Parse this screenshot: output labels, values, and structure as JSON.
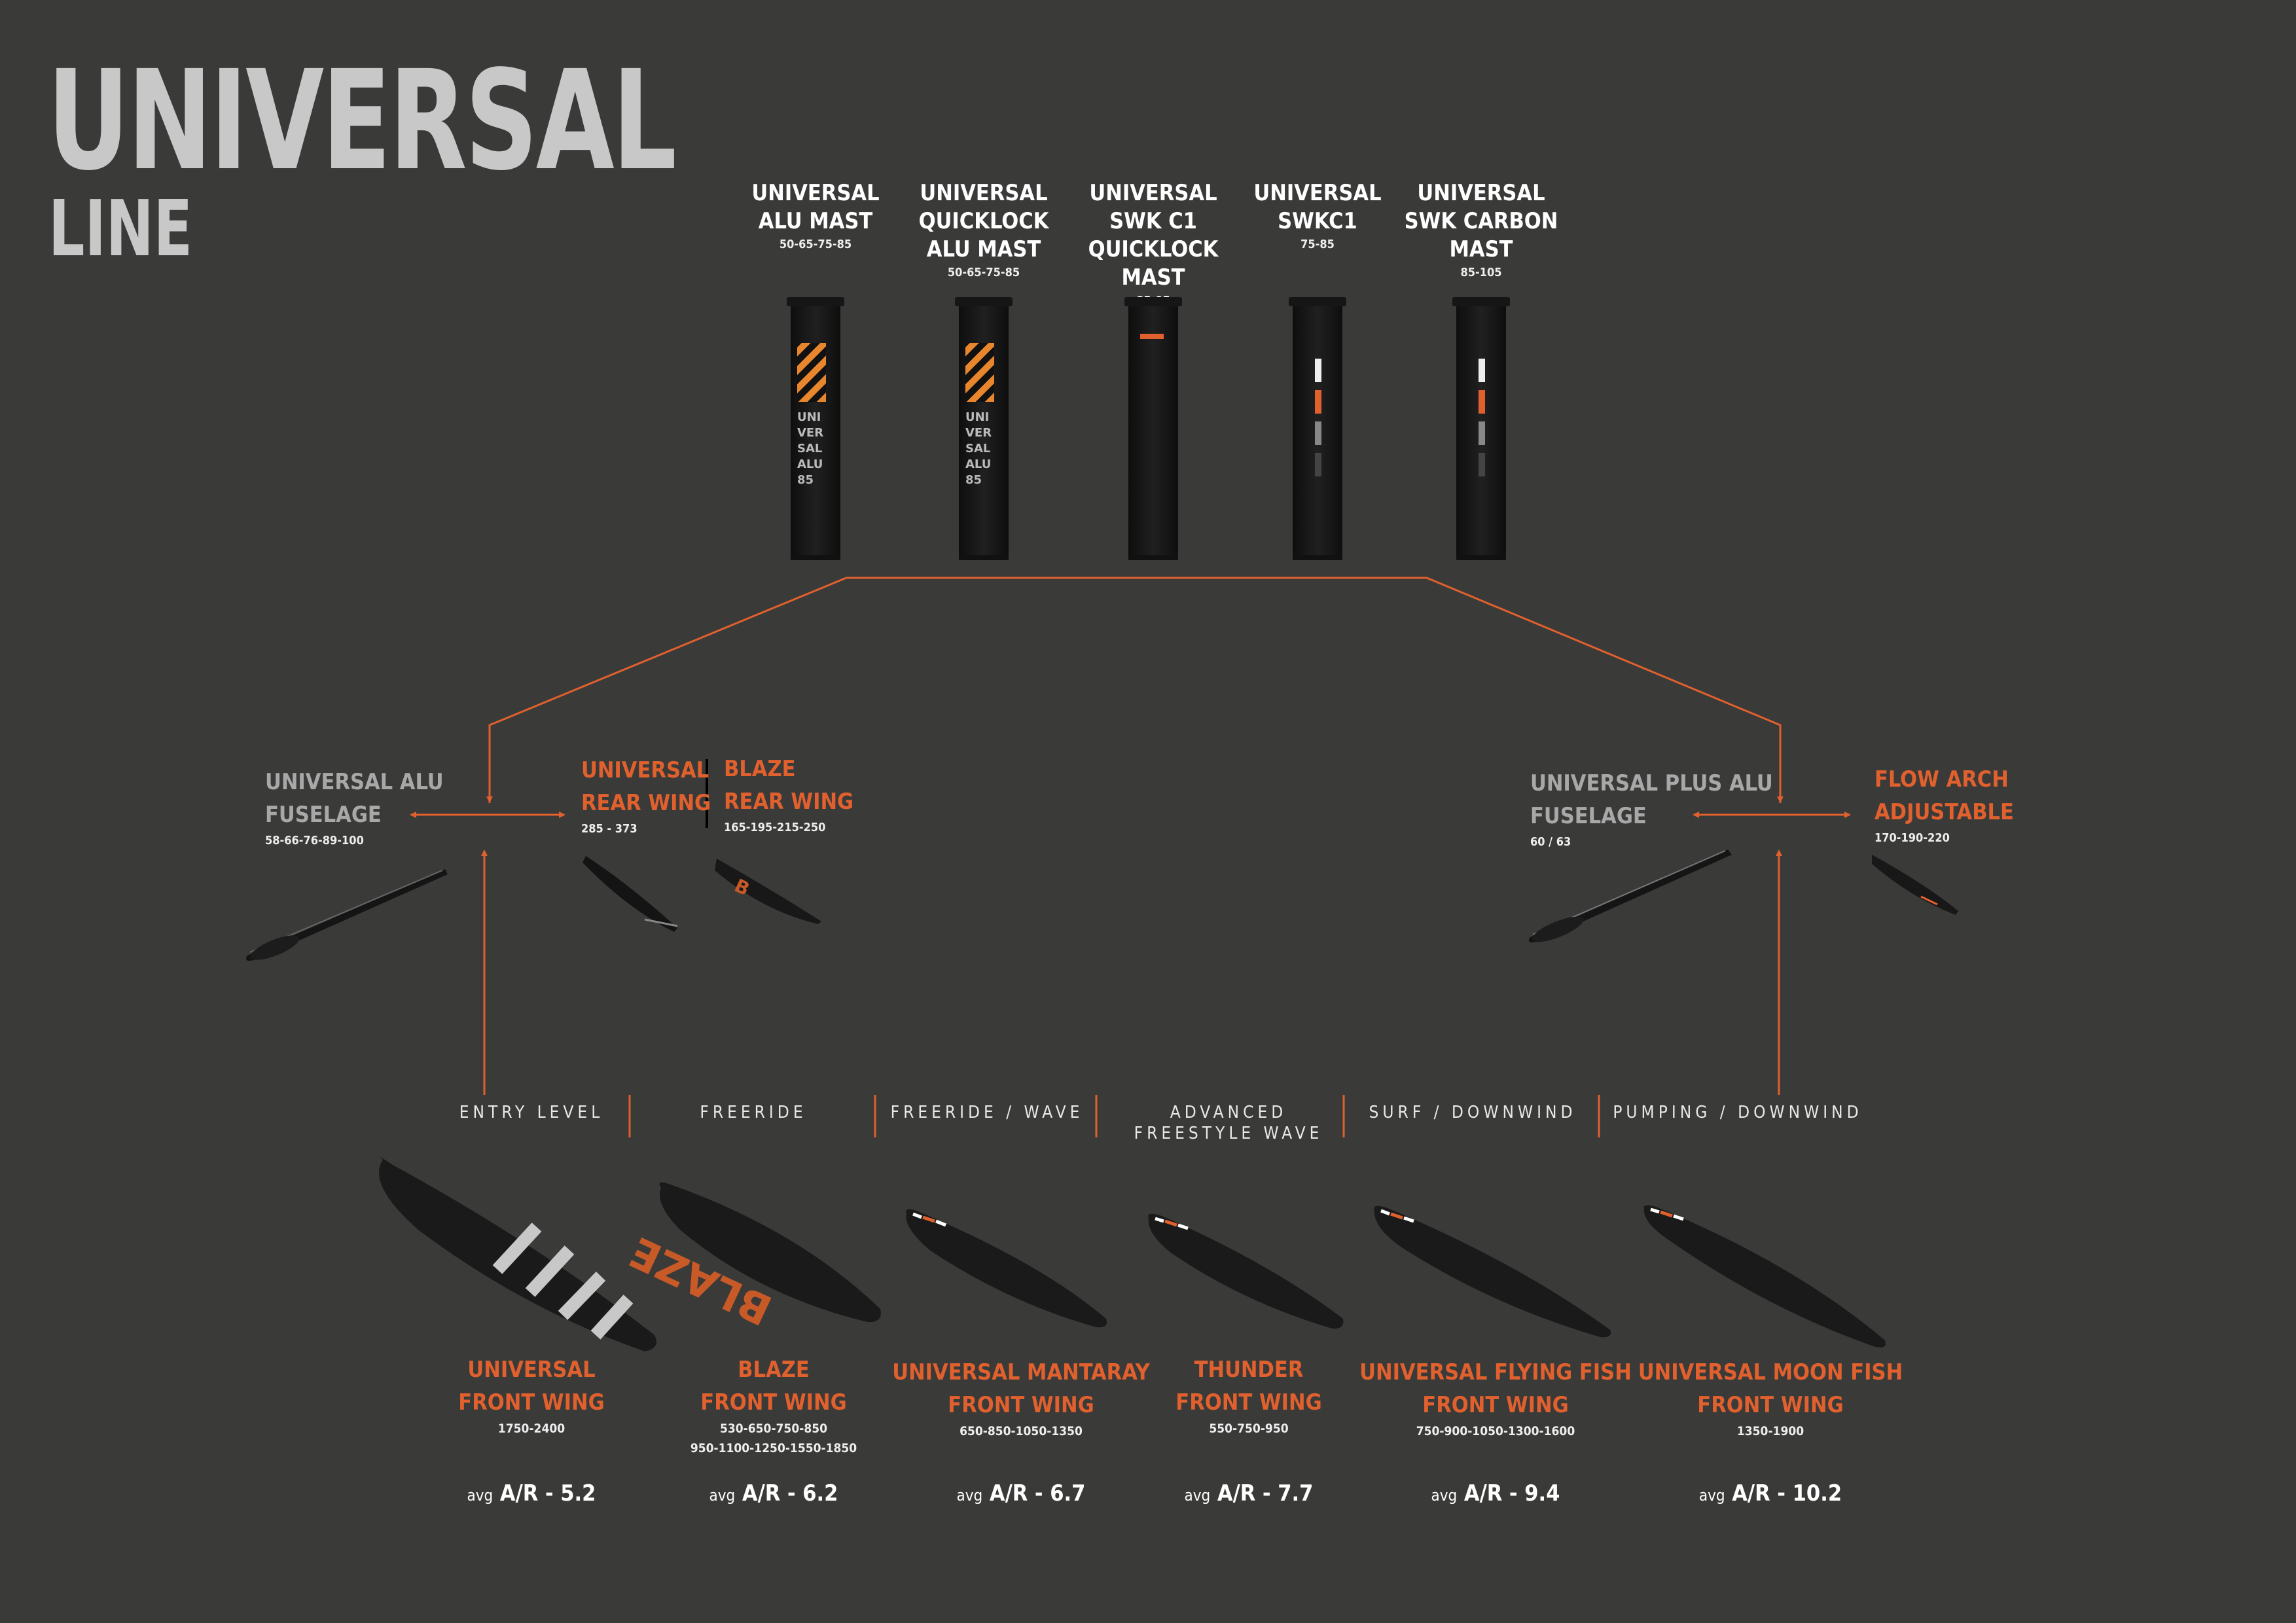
{
  "title": {
    "line1": "UNIVERSAL",
    "line2": "LINE"
  },
  "masts": [
    {
      "name": "UNIVERSAL\nALU MAST",
      "sizes": "50-65-75-85",
      "style": "alu",
      "print": [
        "UNI",
        "VER",
        "SAL",
        "ALU",
        "85"
      ]
    },
    {
      "name": "UNIVERSAL\nQUICKLOCK\nALU MAST",
      "sizes": "50-65-75-85",
      "style": "alu",
      "print": [
        "UNI",
        "VER",
        "SAL",
        "ALU",
        "85"
      ]
    },
    {
      "name": "UNIVERSAL\nSWK C1\nQUICKLOCK MAST",
      "sizes": "85-95",
      "style": "carbon-plain"
    },
    {
      "name": "UNIVERSAL\nSWKC1",
      "sizes": "75-85",
      "style": "carbon-bars"
    },
    {
      "name": "UNIVERSAL\nSWK CARBON\nMAST",
      "sizes": "85-105",
      "style": "carbon-bars"
    }
  ],
  "components_left": {
    "fuselage": {
      "name": "UNIVERSAL ALU\nFUSELAGE",
      "sizes": "58-66-76-89-100"
    },
    "rear_wing": {
      "name": "UNIVERSAL\nREAR WING",
      "sizes": "285 - 373"
    },
    "blaze_rear": {
      "name": "BLAZE\nREAR WING",
      "sizes": "165-195-215-250"
    }
  },
  "components_right": {
    "fuselage": {
      "name": "UNIVERSAL PLUS ALU\nFUSELAGE",
      "sizes": "60 / 63"
    },
    "flow_arch": {
      "name": "FLOW ARCH\nADJUSTABLE",
      "sizes": "170-190-220"
    }
  },
  "categories": [
    "ENTRY LEVEL",
    "FREERIDE",
    "FREERIDE / WAVE",
    "ADVANCED\nFREESTYLE WAVE",
    "SURF / DOWNWIND",
    "PUMPING / DOWNWIND"
  ],
  "front_wings": [
    {
      "name": "UNIVERSAL\nFRONT WING",
      "sizes": "1750-2400",
      "ar_prefix": "avg",
      "ar": "A/R - 5.2"
    },
    {
      "name": "BLAZE\nFRONT WING",
      "sizes": "530-650-750-850\n950-1100-1250-1550-1850",
      "ar_prefix": "avg",
      "ar": "A/R - 6.2"
    },
    {
      "name": "UNIVERSAL MANTARAY\nFRONT WING",
      "sizes": "650-850-1050-1350",
      "ar_prefix": "avg",
      "ar": "A/R - 6.7"
    },
    {
      "name": "THUNDER\nFRONT WING",
      "sizes": "550-750-950",
      "ar_prefix": "avg",
      "ar": "A/R - 7.7"
    },
    {
      "name": "UNIVERSAL FLYING FISH\nFRONT WING",
      "sizes": "750-900-1050-1300-1600",
      "ar_prefix": "avg",
      "ar": "A/R - 9.4"
    },
    {
      "name": "UNIVERSAL MOON FISH\nFRONT WING",
      "sizes": "1350-1900",
      "ar_prefix": "avg",
      "ar": "A/R - 10.2"
    }
  ],
  "colors": {
    "background": "#3a3a39",
    "accent": "#e0602e",
    "title": "#c8c8c8",
    "muted": "#a8a8a8"
  }
}
